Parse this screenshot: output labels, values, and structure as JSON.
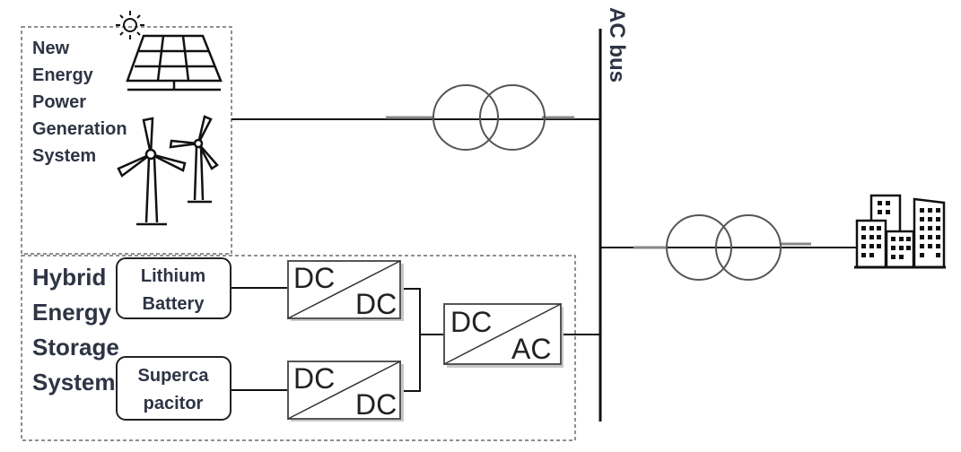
{
  "diagram": {
    "new_energy": {
      "lines": [
        "New",
        "Energy",
        "Power",
        "Generation",
        "System"
      ]
    },
    "hess": {
      "lines": [
        "Hybrid",
        "Energy",
        "Storage",
        "System"
      ]
    },
    "lithium_battery": {
      "lines": [
        "Lithium",
        "Battery"
      ]
    },
    "supercapacitor": {
      "lines": [
        "Superca",
        "pacitor"
      ]
    },
    "dcdc_top": {
      "in": "DC",
      "out": "DC"
    },
    "dcdc_bottom": {
      "in": "DC",
      "out": "DC"
    },
    "dcac": {
      "in": "DC",
      "out": "AC"
    },
    "ac_bus": {
      "label": "AC bus"
    },
    "icons": {
      "sun": "sun-icon",
      "solar_panel": "solar-panel-icon",
      "wind_turbine": "wind-turbine-icon",
      "buildings": "city-buildings-icon",
      "transformer": "transformer-icon"
    }
  }
}
